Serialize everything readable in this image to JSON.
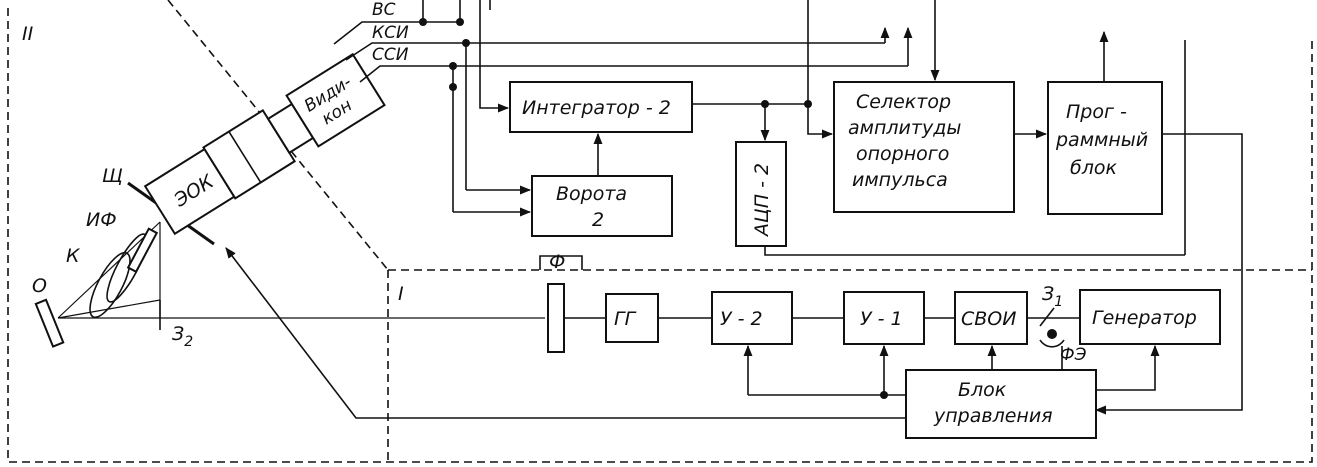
{
  "zones": {
    "zone_2": "II",
    "zone_1": "I"
  },
  "blocks": {
    "integrator2": "Интегратор - 2",
    "gate2_line1": "Ворота",
    "gate2_line2": "2",
    "adc2": "АЦП - 2",
    "selector_l1": "Селектор",
    "selector_l2": "амплитуды",
    "selector_l3": "опорного",
    "selector_l4": "импульса",
    "program_l1": "Прог -",
    "program_l2": "раммный",
    "program_l3": "блок",
    "gg": "ГГ",
    "amp2": "У - 2",
    "amp1": "У - 1",
    "svoi": "СВОИ",
    "generator": "Генератор",
    "control_l1": "Блок",
    "control_l2": "управления",
    "eok": "ЭОК",
    "vidicon_l1": "Види-",
    "vidicon_l2": "кон"
  },
  "signals": {
    "vs": "ВС",
    "ksi": "КСИ",
    "ssi": "ССИ"
  },
  "optics": {
    "o": "О",
    "k": "К",
    "if": "ИФ",
    "slit": "Щ",
    "z2_main": "З",
    "z2_sub": "2",
    "z1_main": "З",
    "z1_sub": "1",
    "f": "Ф",
    "fe": "ФЭ"
  }
}
